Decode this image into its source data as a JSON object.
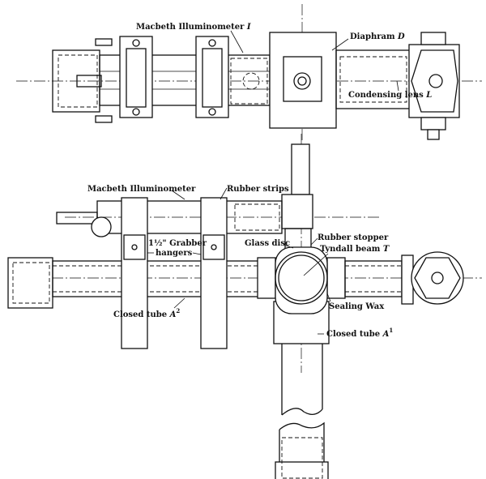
{
  "figure": {
    "top_view": {
      "illuminometer_label": "Macbeth Illuminometer",
      "illuminometer_symbol": "I",
      "diaphragm_label": "Diaphram",
      "diaphragm_symbol": "D",
      "lens_label": "Condensing lens",
      "lens_symbol": "L"
    },
    "side_view": {
      "illuminometer_label": "Macbeth Illuminometer",
      "rubber_strips": "Rubber strips",
      "rubber_stopper": "Rubber stopper",
      "glass_disc": "Glass disc",
      "tyndall_label": "Tyndall beam",
      "tyndall_symbol": "T",
      "hangers_size": "1½\"",
      "hangers_line1": "Grabber",
      "hangers_line2": "hangers",
      "tube_a2_label": "Closed tube",
      "tube_a2_symbol": "A",
      "tube_a2_sup": "2",
      "sealing_wax": "Sealing Wax",
      "tube_a1_label": "Closed tube",
      "tube_a1_symbol": "A",
      "tube_a1_sup": "1"
    }
  }
}
